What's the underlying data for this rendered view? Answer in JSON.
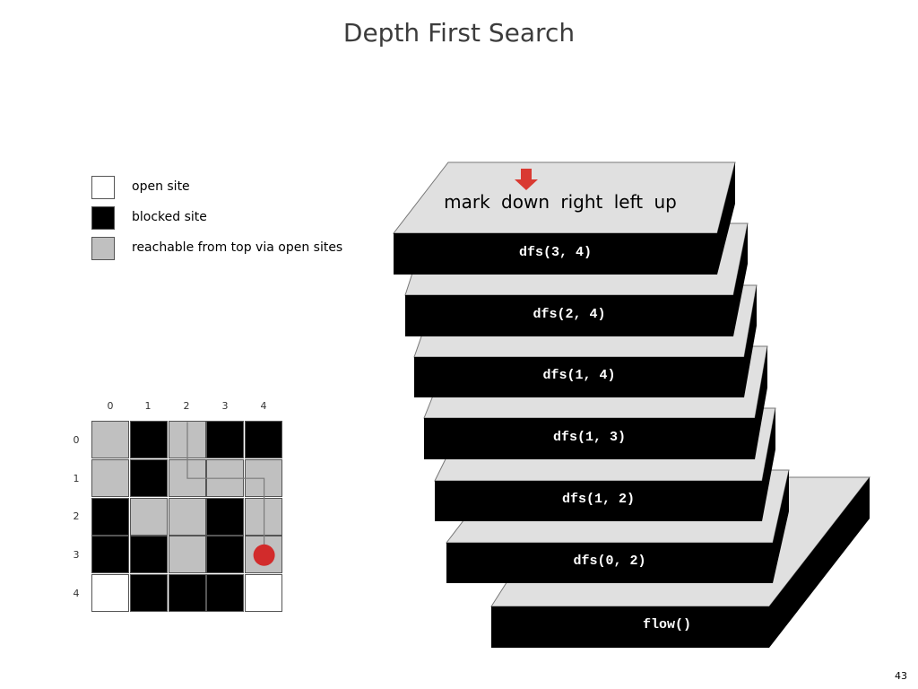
{
  "title": "Depth First Search",
  "legend": [
    {
      "label": "open site",
      "color": "#ffffff"
    },
    {
      "label": "blocked site",
      "color": "#000000"
    },
    {
      "label": "reachable from top via open sites",
      "color": "#c0c0c0"
    }
  ],
  "grid": {
    "col_labels": [
      "0",
      "1",
      "2",
      "3",
      "4"
    ],
    "row_labels": [
      "0",
      "1",
      "2",
      "3",
      "4"
    ],
    "cells": [
      [
        "reach",
        "blocked",
        "reach",
        "blocked",
        "blocked"
      ],
      [
        "reach",
        "blocked",
        "reach",
        "reach",
        "reach"
      ],
      [
        "blocked",
        "reach",
        "reach",
        "blocked",
        "reach"
      ],
      [
        "blocked",
        "blocked",
        "reach",
        "blocked",
        "reach"
      ],
      [
        "open",
        "blocked",
        "blocked",
        "blocked",
        "open"
      ]
    ],
    "path": [
      [
        0,
        2
      ],
      [
        1,
        2
      ],
      [
        1,
        3
      ],
      [
        1,
        4
      ],
      [
        2,
        4
      ],
      [
        3,
        4
      ]
    ],
    "current": [
      3,
      4
    ],
    "current_color": "#d22b2b"
  },
  "stack": {
    "operations": "mark down right left up",
    "arrow_color": "#d93a32",
    "frames": [
      "dfs(3, 4)",
      "dfs(2, 4)",
      "dfs(1, 4)",
      "dfs(1, 3)",
      "dfs(1, 2)",
      "dfs(0, 2)",
      "flow()"
    ]
  },
  "page_number": "43"
}
